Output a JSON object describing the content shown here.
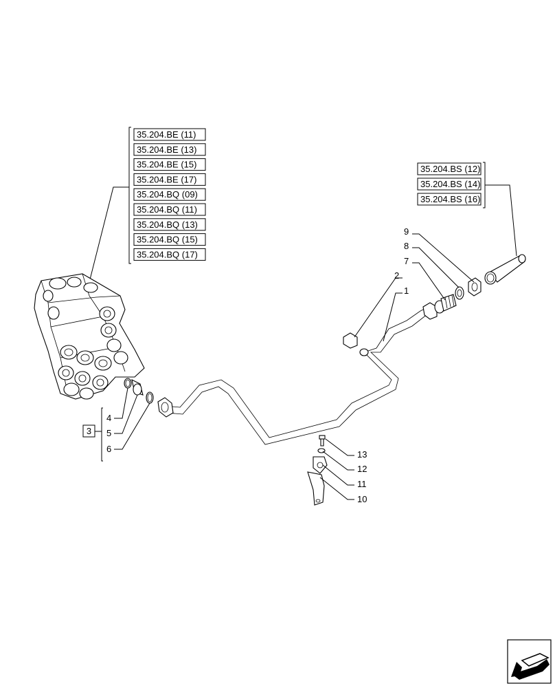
{
  "left_refs": [
    "35.204.BE (11)",
    "35.204.BE (13)",
    "35.204.BE (15)",
    "35.204.BE (17)",
    "35.204.BQ (09)",
    "35.204.BQ (11)",
    "35.204.BQ (13)",
    "35.204.BQ (15)",
    "35.204.BQ (17)"
  ],
  "right_refs": [
    "35.204.BS (12)",
    "35.204.BS (14)",
    "35.204.BS (16)"
  ],
  "kit": {
    "label": "3",
    "items": [
      "4",
      "5",
      "6"
    ]
  },
  "callouts": {
    "c1": "1",
    "c2": "2",
    "c7": "7",
    "c8": "8",
    "c9": "9",
    "c10": "10",
    "c11": "11",
    "c12": "12",
    "c13": "13"
  },
  "nav_icon": "next-page-arrow-icon"
}
